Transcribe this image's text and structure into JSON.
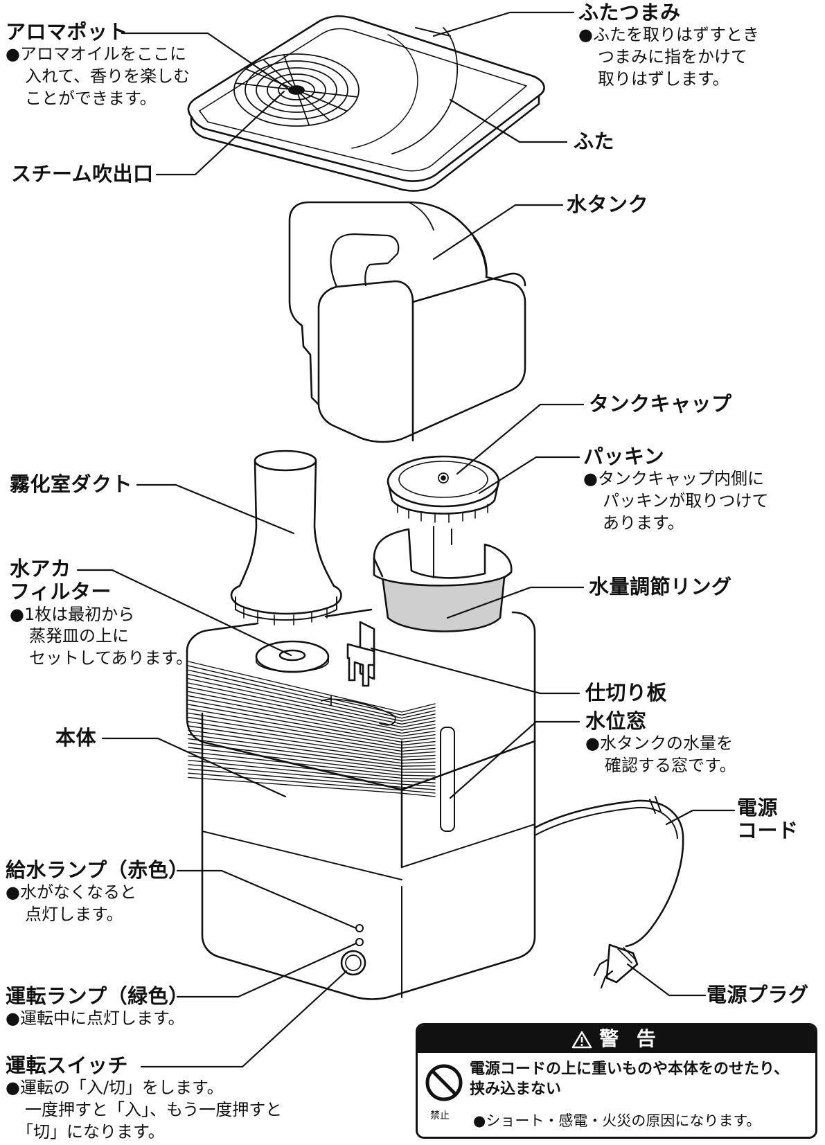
{
  "parts": {
    "aroma_pot": {
      "title": "アロマポット",
      "desc": [
        "●アロマオイルをここに",
        "入れて、香りを楽しむ",
        "ことができます。"
      ]
    },
    "lid_knob": {
      "title": "ふたつまみ",
      "desc": [
        "●ふたを取りはずすとき",
        "つまみに指をかけて",
        "取りはずします。"
      ]
    },
    "lid": {
      "title": "ふた"
    },
    "steam_outlet": {
      "title": "スチーム吹出口"
    },
    "water_tank": {
      "title": "水タンク"
    },
    "tank_cap": {
      "title": "タンクキャップ"
    },
    "packing": {
      "title": "パッキン",
      "desc": [
        "●タンクキャップ内側に",
        "パッキンが取りつけて",
        "あります。"
      ]
    },
    "atomizer_duct": {
      "title": "霧化室ダクト"
    },
    "scale_filter": {
      "title_lines": [
        "水アカ",
        "フィルター"
      ],
      "desc": [
        "●1枚は最初から",
        "蒸発皿の上に",
        "セットしてあります。"
      ]
    },
    "water_ring": {
      "title": "水量調節リング"
    },
    "divider": {
      "title": "仕切り板"
    },
    "water_window": {
      "title": "水位窓",
      "desc": [
        "●水タンクの水量を",
        "確認する窓です。"
      ]
    },
    "body": {
      "title": "本体"
    },
    "power_cord": {
      "title_lines": [
        "電源",
        "コード"
      ]
    },
    "refill_lamp": {
      "title": "給水ランプ（赤色）",
      "desc": [
        "●水がなくなると",
        "点灯します。"
      ]
    },
    "run_lamp": {
      "title": "運転ランプ（緑色）",
      "desc": [
        "●運転中に点灯します。"
      ]
    },
    "power_plug": {
      "title": "電源プラグ"
    },
    "run_switch": {
      "title": "運転スイッチ",
      "desc": [
        "●運転の「入/切」をします。",
        "一度押すと「入」、もう一度押すと",
        "「切」になります。"
      ]
    }
  },
  "warning": {
    "heading": "警 告",
    "message": [
      "電源コードの上に重いものや本体をのせたり、",
      "挟み込まない"
    ],
    "note": "●ショート・感電・火災の原因になります。",
    "prohibit_label": "禁止"
  },
  "colors": {
    "ink": "#111111",
    "ring_fill": "#cfcfcf",
    "warning_head": "#111111"
  }
}
